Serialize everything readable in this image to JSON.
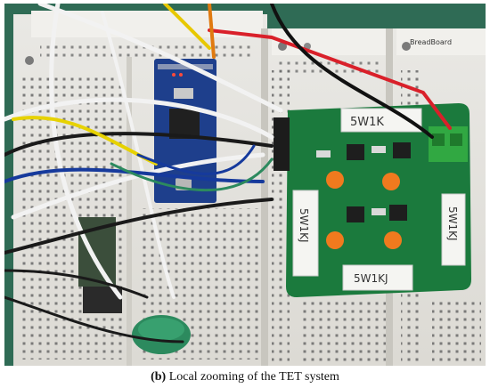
{
  "photo": {
    "resistor_labels": [
      "5W1K",
      "5W1KJ",
      "5W1KJ",
      "5W1KJ"
    ],
    "breadboard_marking": "BreadBoard"
  },
  "caption": {
    "label": "(b)",
    "text": " Local zooming of the TET system"
  }
}
